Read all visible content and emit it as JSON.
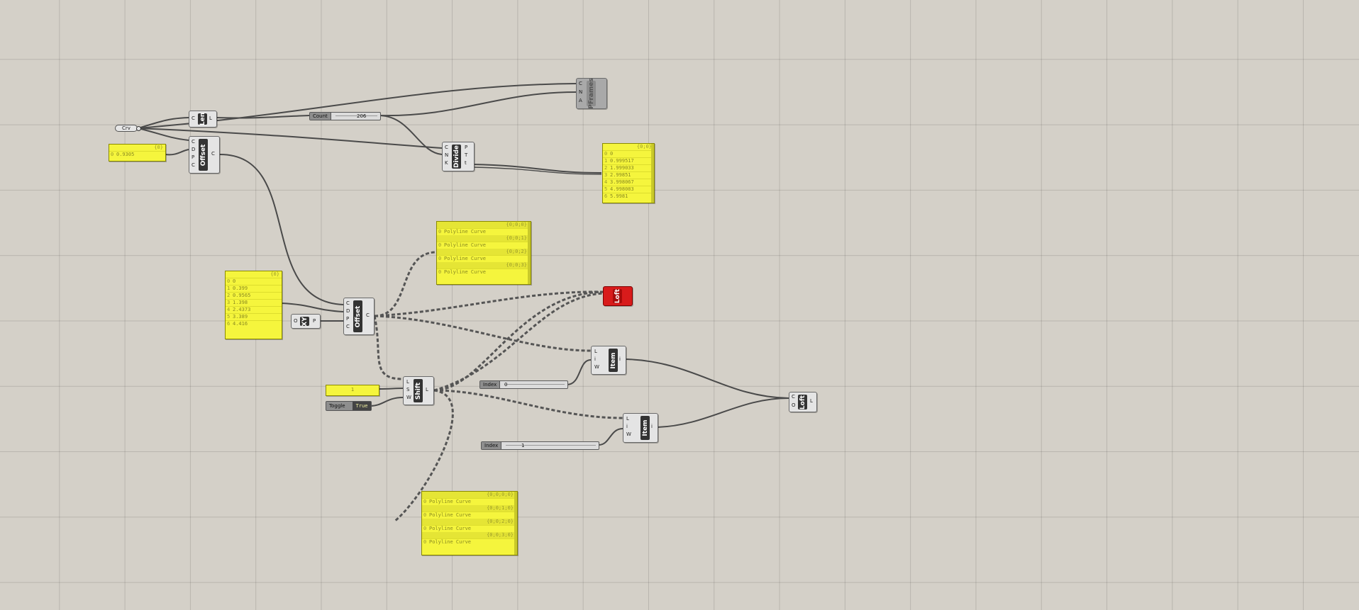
{
  "curve": {
    "label": "Crv"
  },
  "len": {
    "name": "Len",
    "inputs": [
      "C"
    ],
    "outputs": [
      "L"
    ]
  },
  "offset1": {
    "name": "Offset",
    "inputs": [
      "C",
      "D",
      "P",
      "C"
    ],
    "outputs": [
      "C"
    ]
  },
  "panel_dist": {
    "header": "{0}",
    "rows": [
      {
        "i": "0",
        "v": "0.9305"
      }
    ]
  },
  "count_slider": {
    "label": "Count",
    "value": "206"
  },
  "divide": {
    "name": "Divide",
    "inputs": [
      "C",
      "N",
      "K"
    ],
    "outputs": [
      "P",
      "T",
      "t"
    ]
  },
  "pframes": {
    "name": "PFrames",
    "inputs": [
      "C",
      "N",
      "A"
    ],
    "outputs": []
  },
  "panel_params": {
    "header": "{0;0}",
    "rows": [
      {
        "i": "0",
        "v": "0"
      },
      {
        "i": "1",
        "v": "0.999517"
      },
      {
        "i": "2",
        "v": "1.999033"
      },
      {
        "i": "3",
        "v": "2.99851"
      },
      {
        "i": "4",
        "v": "3.998067"
      },
      {
        "i": "5",
        "v": "4.998083"
      },
      {
        "i": "6",
        "v": "5.9981"
      }
    ]
  },
  "panel_offsets": {
    "header": "{0}",
    "rows": [
      {
        "i": "0",
        "v": "0"
      },
      {
        "i": "1",
        "v": "0.399"
      },
      {
        "i": "2",
        "v": "0.9565"
      },
      {
        "i": "3",
        "v": "1.398"
      },
      {
        "i": "4",
        "v": "2.4373"
      },
      {
        "i": "5",
        "v": "3.389"
      },
      {
        "i": "6",
        "v": "4.416"
      }
    ]
  },
  "xy": {
    "name": "XY",
    "inputs": [
      "O"
    ],
    "outputs": [
      "P"
    ]
  },
  "offset2": {
    "name": "Offset",
    "inputs": [
      "C",
      "D",
      "P",
      "C"
    ],
    "outputs": [
      "C"
    ]
  },
  "panel_curves1": {
    "groups": [
      {
        "path": "{0;0;0}",
        "row": "Polyline Curve"
      },
      {
        "path": "{0;0;1}",
        "row": "Polyline Curve"
      },
      {
        "path": "{0;0;2}",
        "row": "Polyline Curve"
      },
      {
        "path": "{0;0;3}",
        "row": "Polyline Curve"
      }
    ]
  },
  "loft_red": {
    "name": "Loft"
  },
  "item1": {
    "name": "Item",
    "inputs": [
      "L",
      "i",
      "W"
    ],
    "outputs": [
      "i"
    ]
  },
  "index_slider1": {
    "label": "Index",
    "value": "0"
  },
  "shift_panel": {
    "value": "1"
  },
  "toggle": {
    "label": "Toggle",
    "state": "True"
  },
  "shift": {
    "name": "Shift",
    "inputs": [
      "L",
      "S",
      "W"
    ],
    "outputs": [
      "L"
    ]
  },
  "item2": {
    "name": "Item",
    "inputs": [
      "L",
      "i",
      "W"
    ],
    "outputs": [
      "i"
    ]
  },
  "index_slider2": {
    "label": "Index",
    "value": "1"
  },
  "loft": {
    "name": "Loft",
    "inputs": [
      "C",
      "O"
    ],
    "outputs": [
      "L"
    ]
  },
  "panel_curves2": {
    "groups": [
      {
        "path": "{0;0;0;0}",
        "row": "Polyline Curve"
      },
      {
        "path": "{0;0;1;0}",
        "row": "Polyline Curve"
      },
      {
        "path": "{0;0;2;0}",
        "row": "Polyline Curve"
      },
      {
        "path": "{0;0;3;0}",
        "row": "Polyline Curve"
      }
    ]
  }
}
